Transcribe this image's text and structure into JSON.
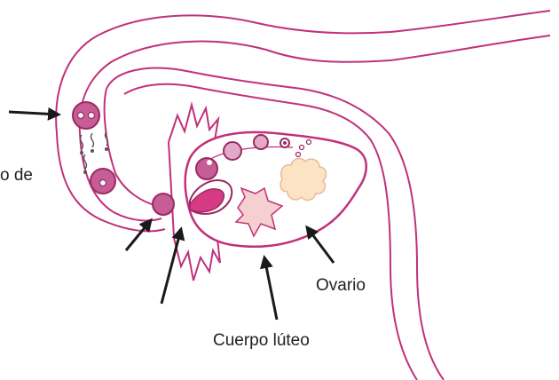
{
  "labels": {
    "ovario": "Ovario",
    "cuerpo_luteo": "Cuerpo lúteo",
    "partial_left": "o de"
  },
  "colors": {
    "outline": "#c0317a",
    "egg_fill": "#c65d96",
    "egg_dark": "#9b2a63",
    "follicle_light": "#e2a9c8",
    "corpus_luteum": "#f6cfd0",
    "corpus_albicans": "#fbe3c4",
    "ruptured": "#d63a82",
    "arrow": "#1a1a1a"
  }
}
